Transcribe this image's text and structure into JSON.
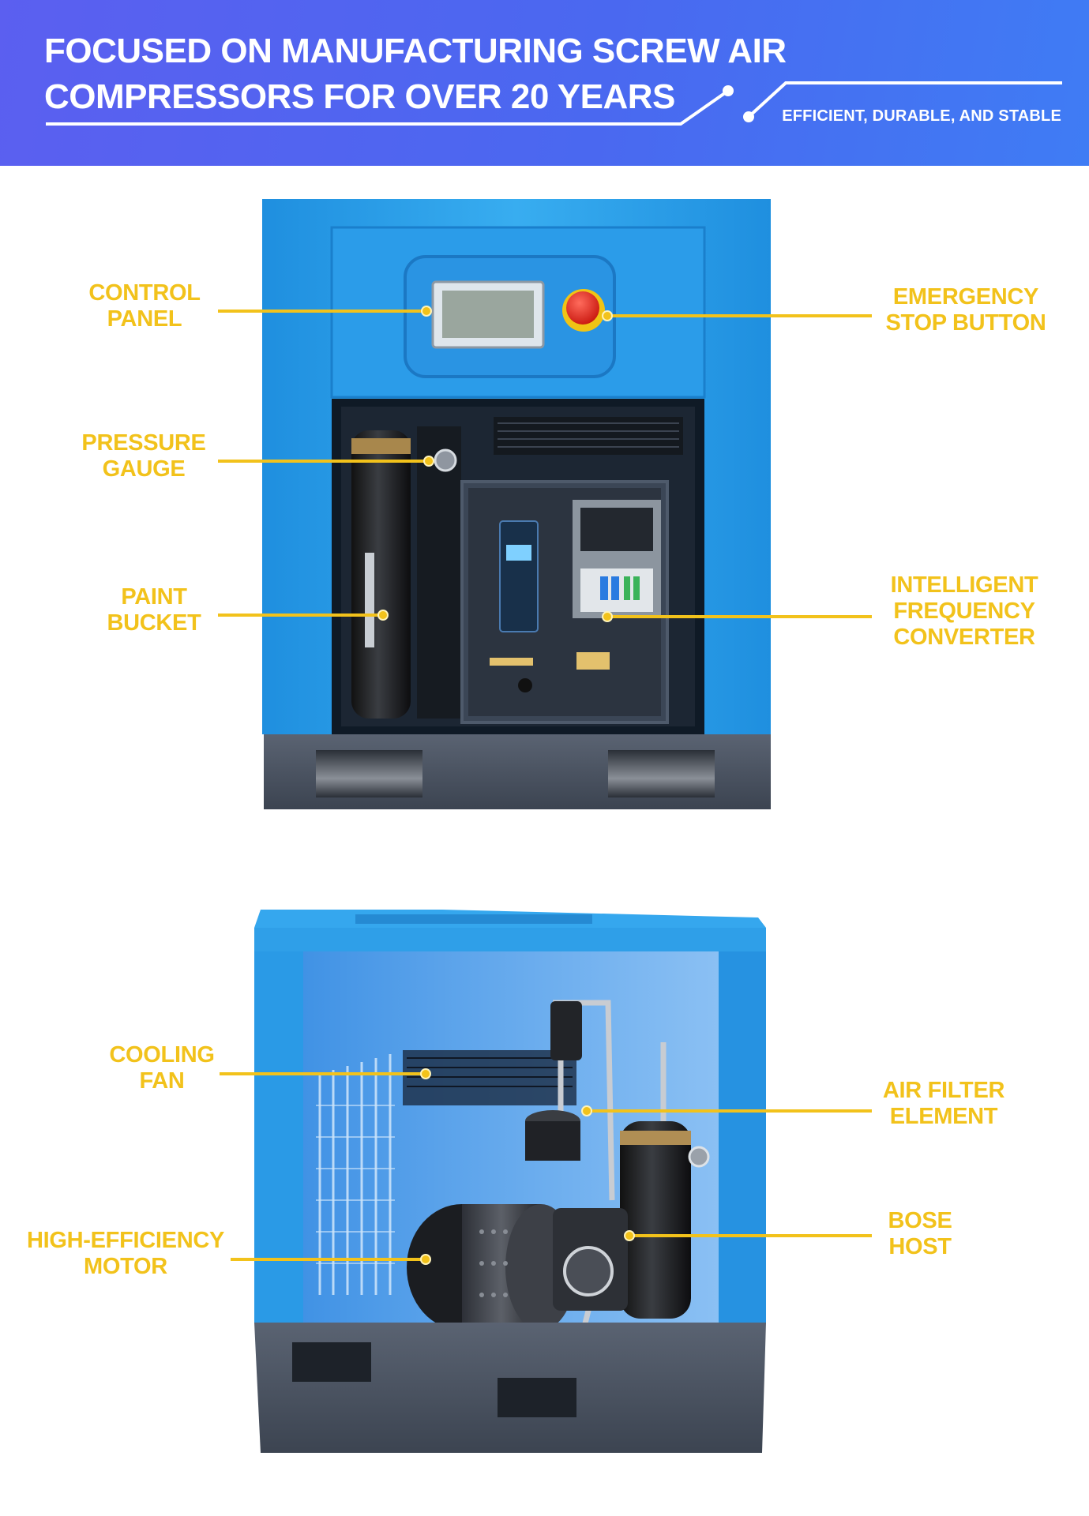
{
  "header": {
    "title_line1": "FOCUSED ON MANUFACTURING SCREW AIR",
    "title_line2": "COMPRESSORS FOR OVER 20 YEARS",
    "tagline": "EFFICIENT, DURABLE, AND STABLE"
  },
  "colors": {
    "banner": "#4a68f0",
    "callout": "#f2c21b",
    "cabinet_blue": "#2f9fe8",
    "base_gray": "#4c5563"
  },
  "front_view": {
    "labels": {
      "control_panel": [
        "CONTROL",
        "PANEL"
      ],
      "emergency_stop": [
        "EMERGENCY",
        "STOP BUTTON"
      ],
      "pressure_gauge": [
        "PRESSURE",
        "GAUGE"
      ],
      "paint_bucket": [
        "PAINT",
        "BUCKET"
      ],
      "frequency_converter": [
        "INTELLIGENT",
        "FREQUENCY",
        "CONVERTER"
      ]
    }
  },
  "interior_view": {
    "labels": {
      "cooling_fan": [
        "COOLING",
        "FAN"
      ],
      "air_filter": [
        "AIR FILTER",
        "ELEMENT"
      ],
      "motor": [
        "HIGH-EFFICIENCY",
        "MOTOR"
      ],
      "host": [
        "BOSE",
        "HOST"
      ]
    }
  }
}
